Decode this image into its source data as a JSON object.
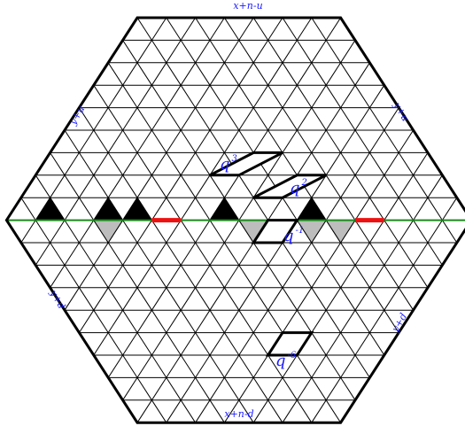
{
  "labels": {
    "top": "x+n-u",
    "bottom": "x+n-d",
    "upper_left": "y+u",
    "upper_right": "y+u",
    "lower_left": "y+d",
    "lower_right": "y+d"
  },
  "weights": [
    {
      "base": "q",
      "exp": "3"
    },
    {
      "base": "q",
      "exp": "2"
    },
    {
      "base": "q",
      "exp": "-1"
    },
    {
      "base": "q",
      "exp": "-6"
    }
  ],
  "colors": {
    "grid": "#000000",
    "hexagon": "#000000",
    "axis_line": "#1a8a1a",
    "red_segment": "#ee1111",
    "black_triangle": "#000000",
    "gray_triangle": "#bdbdbd",
    "label_text": "#1a1aff"
  }
}
